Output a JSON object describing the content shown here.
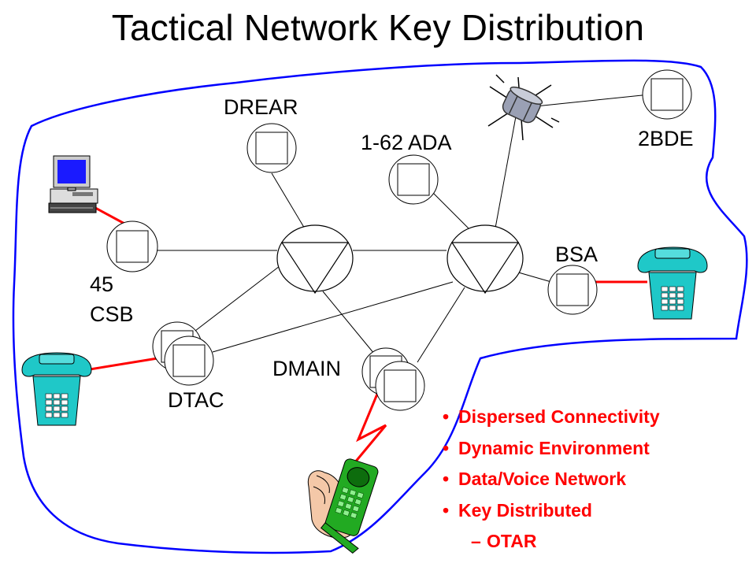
{
  "title": "Tactical Network Key Distribution",
  "nodes": {
    "drear": "DREAR",
    "ada": "1-62 ADA",
    "bde": "2BDE",
    "bsa": "BSA",
    "csb_line1": "45",
    "csb_line2": "CSB",
    "dtac": "DTAC",
    "dmain": "DMAIN"
  },
  "bullets": {
    "b1": "Dispersed Connectivity",
    "b2": "Dynamic Environment",
    "b3": "Data/Voice Network",
    "b4": "Key Distributed",
    "sub1": "OTAR"
  },
  "colors": {
    "boundary": "#0000ff",
    "link": "#ff0000",
    "bullet_text": "#ff0000",
    "phone": "#1fc8c8",
    "radio": "#22aa22"
  }
}
